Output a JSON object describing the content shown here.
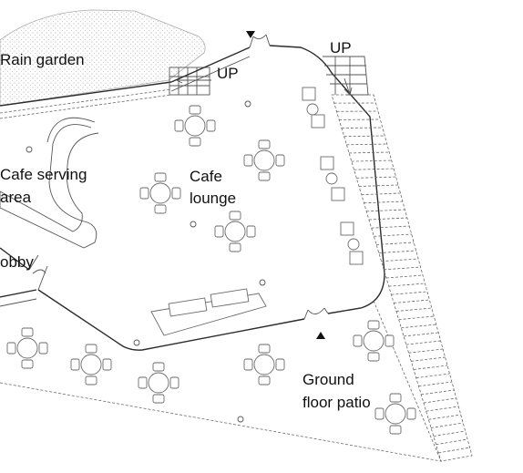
{
  "labels": {
    "rain_garden": "Rain garden",
    "up_left": "UP",
    "up_right": "UP",
    "cafe_serving_line1": "Cafe serving",
    "cafe_serving_line2": "area",
    "cafe_lounge_line1": "Cafe",
    "cafe_lounge_line2": "lounge",
    "lobby": "obby",
    "patio_line1": "Ground",
    "patio_line2": "floor patio"
  },
  "colors": {
    "wall": "#2b2b2b",
    "furniture": "#6a6a6a",
    "hatch": "#9a9a9a",
    "label": "#111111"
  }
}
